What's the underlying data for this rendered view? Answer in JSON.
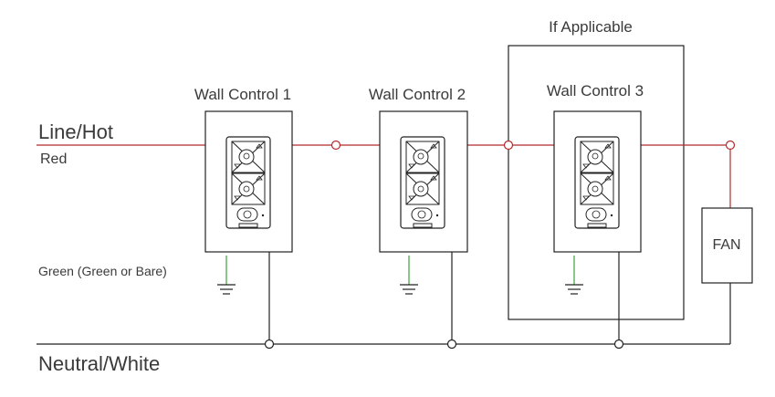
{
  "labels": {
    "line_hot": "Line/Hot",
    "red": "Red",
    "green": "Green (Green or Bare)",
    "neutral": "Neutral/White",
    "if_applicable": "If Applicable",
    "fan": "FAN"
  },
  "controls": [
    {
      "label": "Wall Control 1"
    },
    {
      "label": "Wall Control 2"
    },
    {
      "label": "Wall Control 3"
    }
  ],
  "colors": {
    "hot": "#b22a2a",
    "neutral": "#222222",
    "ground": "#3aa23a"
  }
}
